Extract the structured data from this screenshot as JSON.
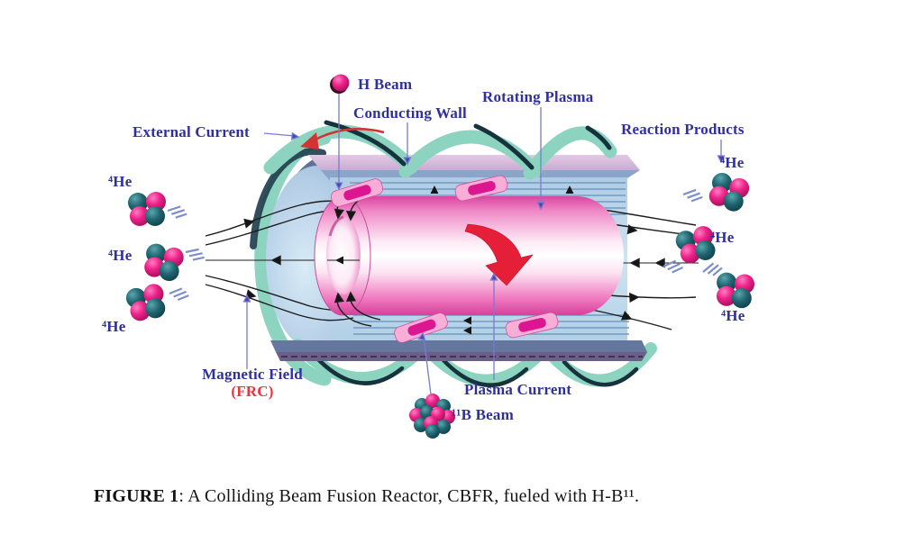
{
  "figure": {
    "labels": {
      "h_beam": "H Beam",
      "conducting_wall": "Conducting Wall",
      "rotating_plasma": "Rotating Plasma",
      "external_current": "External Current",
      "reaction_products": "Reaction Products",
      "magnetic_field": "Magnetic Field",
      "frc": "(FRC)",
      "plasma_current": "Plasma Current",
      "b11_beam": "¹¹B Beam",
      "he4": "⁴He"
    },
    "caption": {
      "tag": "FIGURE 1",
      "rest": ": A Colliding Beam Fusion Reactor, CBFR, fueled with H-B¹¹."
    },
    "colors": {
      "label_text": "#30309c",
      "frc_red": "#ee3340",
      "coil_teal": "#8cd4bf",
      "plasma_pink": "#ee67b6",
      "wall_slate": "#7588ae",
      "interior_blue": "#c3dcee",
      "nucleus_pink": "#e8197d",
      "nucleus_teal": "#1d5f6b",
      "rotation_arrow_red": "#e51c35"
    }
  }
}
